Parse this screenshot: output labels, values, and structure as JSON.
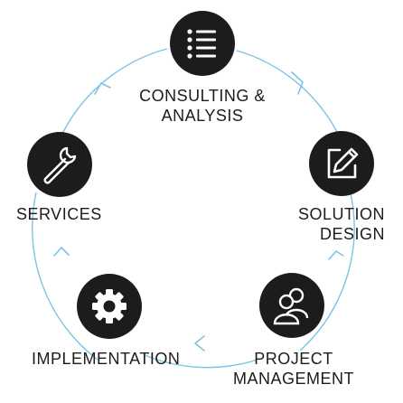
{
  "stages": [
    {
      "lines": [
        "CONSULTING &",
        "ANALYSIS"
      ],
      "icon": "list-icon"
    },
    {
      "lines": [
        "SOLUTION",
        "DESIGN"
      ],
      "icon": "edit-icon"
    },
    {
      "lines": [
        "PROJECT",
        "MANAGEMENT"
      ],
      "icon": "users-icon"
    },
    {
      "lines": [
        "IMPLEMENTATION"
      ],
      "icon": "gear-icon"
    },
    {
      "lines": [
        "SERVICES"
      ],
      "icon": "wrench-icon"
    }
  ],
  "colors": {
    "circle": "#1c1c1c",
    "cycle_line": "#7cc4e6",
    "text": "#1c1c1c",
    "icon": "#ffffff"
  }
}
